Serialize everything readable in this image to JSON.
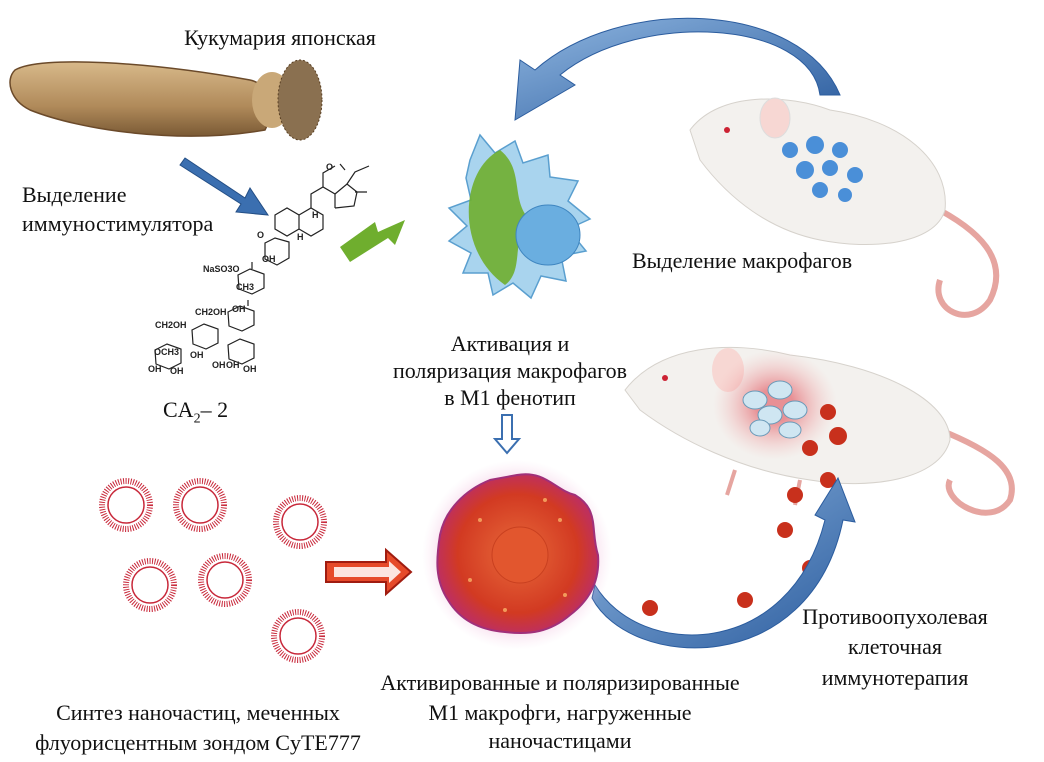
{
  "labels": {
    "sea_cucumber": "Кукумария японская",
    "isolation_line1": "Выделение",
    "isolation_line2": "иммуностимулятора",
    "compound_name": "CA",
    "compound_sub": "2",
    "compound_suffix": "– 2",
    "activation_line1": "Активация и",
    "activation_line2": "поляризация макрофагов",
    "activation_line3": "в М1 фенотип",
    "macrophage_isolation": "Выделение макрофагов",
    "therapy_line1": "Противоопухолевая",
    "therapy_line2": "клеточная",
    "therapy_line3": "иммунотерапия",
    "loaded_line1": "Активированные и поляризированные",
    "loaded_line2": "М1 макрофги, нагруженные",
    "loaded_line3": "наночастицами",
    "synthesis_line1": "Синтез наночастиц, меченных",
    "synthesis_line2": "флуорисцентным зондом CyTE777"
  },
  "chem_labels": [
    "NaSO3O",
    "OH",
    "CH3",
    "OH",
    "CH2OH",
    "CH2OH",
    "OCH3",
    "OH",
    "OH",
    "OH",
    "OH",
    "OH",
    "OH",
    "H",
    "H",
    "O",
    "O"
  ],
  "colors": {
    "arrow_blue": "#3b6fb0",
    "lightning_green": "#6fae2e",
    "macrophage_blue": "#a9d4ee",
    "activated_red": "#d9452a",
    "nanoparticle_red": "#c8283a",
    "mouse_tail": "#e6a5a0"
  }
}
